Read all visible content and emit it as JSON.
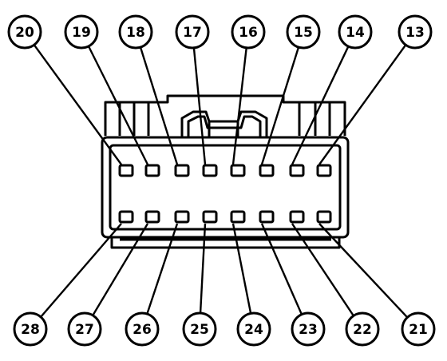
{
  "top_pins": [
    {
      "label": "20"
    },
    {
      "label": "19"
    },
    {
      "label": "18"
    },
    {
      "label": "17"
    },
    {
      "label": "16"
    },
    {
      "label": "15"
    },
    {
      "label": "14"
    },
    {
      "label": "13"
    }
  ],
  "bottom_pins": [
    {
      "label": "28"
    },
    {
      "label": "27"
    },
    {
      "label": "26"
    },
    {
      "label": "25"
    },
    {
      "label": "24"
    },
    {
      "label": "23"
    },
    {
      "label": "22"
    },
    {
      "label": "21"
    }
  ]
}
